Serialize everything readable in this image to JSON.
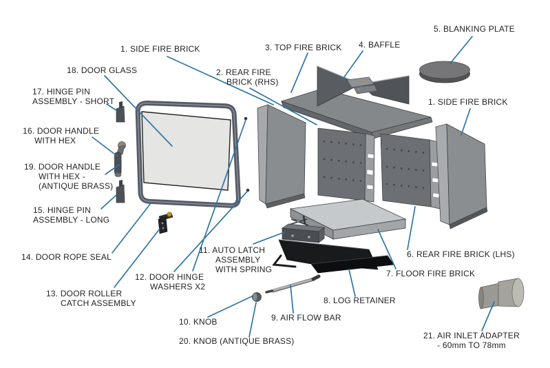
{
  "diagram_title": "wood stove exploded parts diagram",
  "colors": {
    "leader_line": "#2d73a3",
    "label_text": "#1f1f1f",
    "background": "#ffffff",
    "brick_gray": "#8a8d90",
    "brick_dark": "#6c6f73",
    "brick_light": "#c6c9cb",
    "steel_black": "#181a1c"
  },
  "labels": {
    "side_fire_brick_left": "1. SIDE FIRE BRICK",
    "door_glass": "18. DOOR GLASS",
    "rear_fire_brick_rhs": "2. REAR FIRE\nBRICK (RHS)",
    "top_fire_brick": "3. TOP FIRE BRICK",
    "baffle": "4. BAFFLE",
    "blanking_plate": "5. BLANKING PLATE",
    "hinge_pin_short": "17. HINGE PIN\nASSEMBLY - SHORT",
    "door_handle_hex": "16. DOOR HANDLE\nWITH HEX",
    "door_handle_antique": "19. DOOR HANDLE\nWITH HEX -\n(ANTIQUE BRASS)",
    "hinge_pin_long": "15. HINGE PIN\nASSEMBLY - LONG",
    "side_fire_brick_right": "1. SIDE FIRE BRICK",
    "door_rope_seal": "14. DOOR ROPE SEAL",
    "door_roller_catch": "13. DOOR ROLLER\nCATCH ASSEMBLY",
    "door_hinge_washers": "12. DOOR HINGE\nWASHERS X2",
    "auto_latch": "11. AUTO LATCH\nASSEMBLY\nWITH SPRING",
    "rear_fire_brick_lhs": "6. REAR FIRE BRICK (LHS)",
    "floor_fire_brick": "7. FLOOR FIRE BRICK",
    "log_retainer": "8. LOG RETAINER",
    "air_flow_bar": "9. AIR FLOW BAR",
    "knob": "10. KNOB",
    "knob_antique": "20. KNOB (ANTIQUE BRASS)",
    "air_inlet_adapter": "21. AIR INLET ADAPTER\n- 60mm TO 78mm"
  }
}
